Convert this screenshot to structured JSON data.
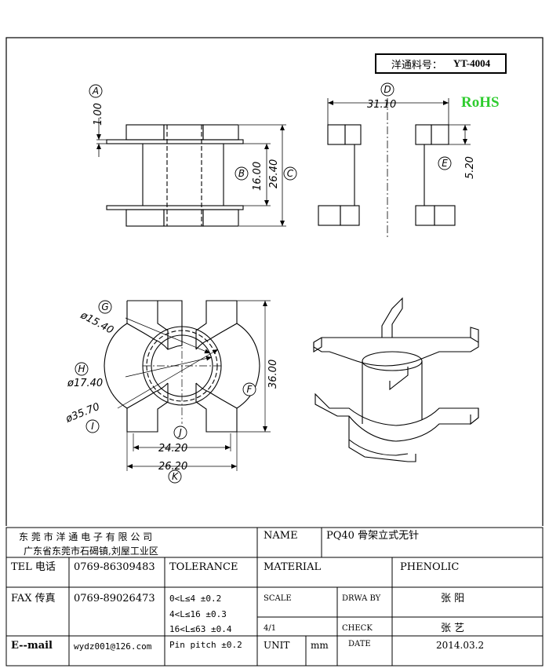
{
  "header": {
    "part_no_label": "洋通料号：",
    "part_no_value": "YT-4004",
    "rohs": "RoHS"
  },
  "dimensions": {
    "d_31_10": "31.10",
    "d_1_00": "1.00",
    "d_26_40": "26.40",
    "d_16_00": "16.00",
    "d_5_20": "5.20",
    "d_15_40": "ø15.40",
    "d_17_40": "ø17.40",
    "d_35_70": "ø35.70",
    "d_36_00": "36.00",
    "d_24_20": "24.20",
    "d_26_20": "26.20"
  },
  "callouts": {
    "A": "A",
    "B": "B",
    "C": "C",
    "D": "D",
    "E": "E",
    "F": "F",
    "G": "G",
    "H": "H",
    "I": "I",
    "J": "J",
    "K": "K"
  },
  "title_block": {
    "company_name": "东 莞 市 洋 通 电 子 有 限 公 司",
    "company_address": "广东省东莞市石碣镇,刘屋工业区",
    "name_label": "NAME",
    "name_value": "PQ40 骨架立式无针",
    "tel_label": "TEL 电话",
    "tel_value": "0769-86309483",
    "fax_label": "FAX 传真",
    "fax_value": "0769-89026473",
    "email_label": "E--mail",
    "email_value": "wydz001@126.com",
    "tolerance_label": "TOLERANCE",
    "tol_1": "0<L≤4  ±0.2",
    "tol_2": "4<L≤16 ±0.3",
    "tol_3": "16<L≤63 ±0.4",
    "tol_4": "Pin pitch ±0.2",
    "material_label": "MATERIAL",
    "material_value": "PHENOLIC",
    "scale_label": "SCALE",
    "scale_value": "4/1",
    "drawby_label": "DRWA BY",
    "drawby_value": "张 阳",
    "check_label": "CHECK",
    "check_value": "张 艺",
    "unit_label": "UNIT",
    "unit_value": "mm",
    "date_label": "DATE",
    "date_value": "2014.03.2"
  }
}
